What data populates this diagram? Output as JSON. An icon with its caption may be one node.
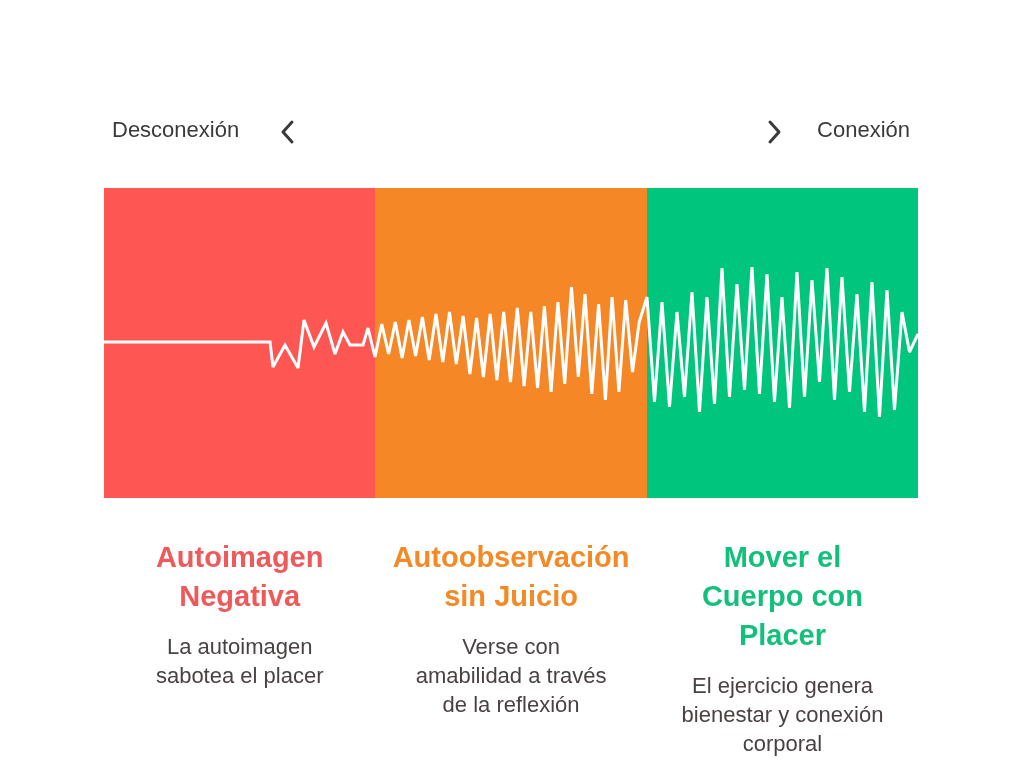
{
  "diagram": {
    "nodes": [
      {
        "text": [
          "Autoimagen Negativa",
          "La autoimagen sabotea el placer"
        ]
      },
      {
        "text": [
          "Autoobservación sin Juicio",
          "Verse con amabilidad a través de la reflexión"
        ]
      },
      {
        "text": [
          "Mover el Cuerpo con Placer",
          "El ejercicio genera bienestar y conexión corporal"
        ]
      }
    ],
    "labels": [
      "Desconexión",
      "Conexión"
    ]
  }
}
